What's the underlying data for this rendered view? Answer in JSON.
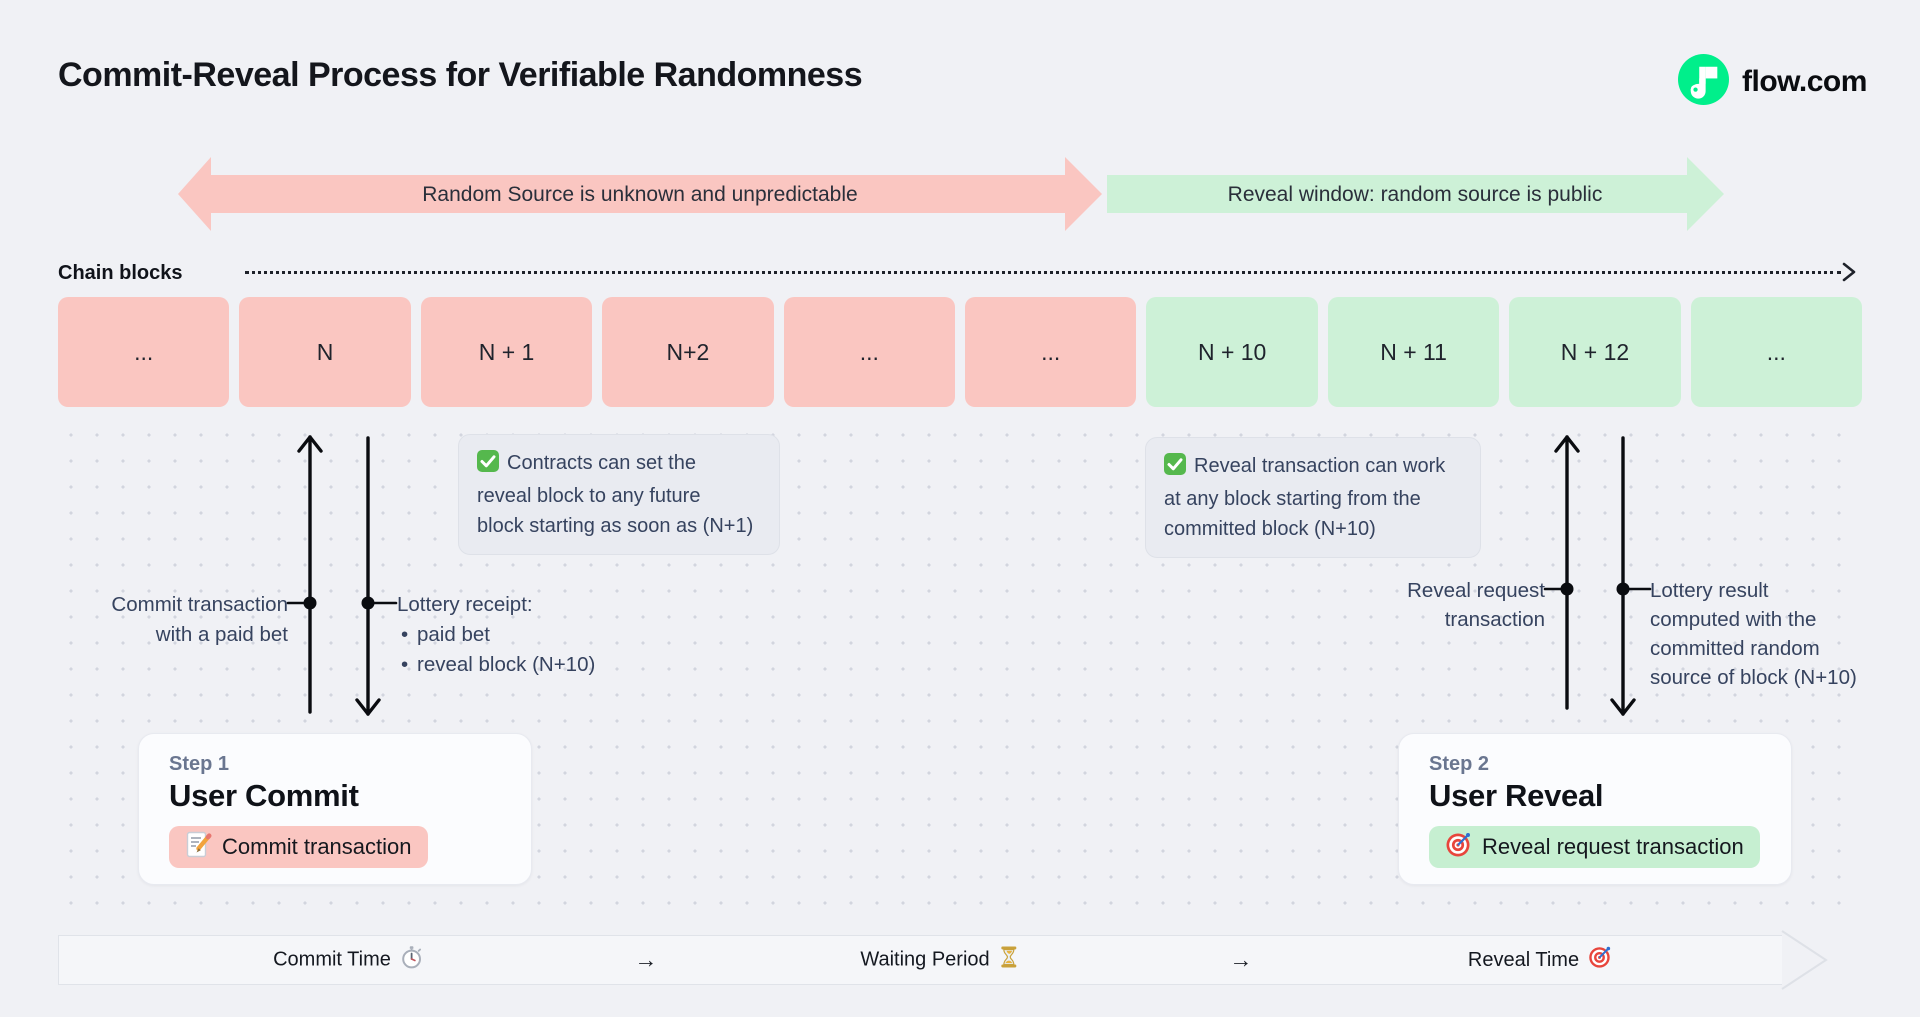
{
  "page": {
    "title": "Commit-Reveal Process for Verifiable Randomness"
  },
  "brand": {
    "label": "flow.com",
    "icon": "flow-logo-icon",
    "color": "#00EF8B"
  },
  "phase_arrows": {
    "unknown": {
      "label": "Random Source is unknown and unpredictable",
      "color": "#FAC6C1"
    },
    "reveal": {
      "label": "Reveal window: random source is public",
      "color": "#CDF1D7"
    }
  },
  "chain": {
    "label": "Chain blocks",
    "blocks": [
      {
        "label": "...",
        "phase": "unknown"
      },
      {
        "label": "N",
        "phase": "unknown"
      },
      {
        "label": "N + 1",
        "phase": "unknown"
      },
      {
        "label": "N+2",
        "phase": "unknown"
      },
      {
        "label": "...",
        "phase": "unknown"
      },
      {
        "label": "...",
        "phase": "unknown"
      },
      {
        "label": "N + 10",
        "phase": "reveal"
      },
      {
        "label": "N + 11",
        "phase": "reveal"
      },
      {
        "label": "N + 12",
        "phase": "reveal"
      },
      {
        "label": "...",
        "phase": "reveal"
      }
    ]
  },
  "notes": {
    "commit_window": {
      "icon": "check-icon",
      "lines": [
        "Contracts can set the",
        "reveal block to any future",
        "block starting as soon as (N+1)"
      ]
    },
    "reveal_window": {
      "icon": "check-icon",
      "lines": [
        "Reveal transaction can work",
        "at any block starting from the",
        "committed block (N+10)"
      ]
    }
  },
  "annotations": {
    "commit_tx": {
      "lines": [
        "Commit transaction",
        "with a paid bet"
      ]
    },
    "lottery_receipt": {
      "title": "Lottery receipt:",
      "items": [
        "paid bet",
        "reveal block (N+10)"
      ]
    },
    "reveal_request": {
      "lines": [
        "Reveal request",
        "transaction"
      ]
    },
    "lottery_result": {
      "lines": [
        "Lottery result",
        "computed with the",
        "committed random",
        "source of block (N+10)"
      ]
    }
  },
  "steps": {
    "commit": {
      "eyebrow": "Step 1",
      "title": "User Commit",
      "badge": {
        "icon": "memo-icon",
        "label": "Commit transaction"
      }
    },
    "reveal": {
      "eyebrow": "Step 2",
      "title": "User Reveal",
      "badge": {
        "icon": "target-icon",
        "label": "Reveal request transaction"
      }
    }
  },
  "timeline": {
    "items": [
      {
        "label": "Commit Time",
        "icon": "stopwatch-icon"
      },
      {
        "label": "→",
        "icon": "arrow-right"
      },
      {
        "label": "Waiting Period",
        "icon": "hourglass-icon"
      },
      {
        "label": "→",
        "icon": "arrow-right"
      },
      {
        "label": "Reveal Time",
        "icon": "target-icon"
      }
    ]
  },
  "colors": {
    "page_bg": "#F0F1F5",
    "pink": "#FAC6C1",
    "green": "#CDF1D7",
    "flow_green": "#00EF8B",
    "slate_text": "#36435F"
  }
}
